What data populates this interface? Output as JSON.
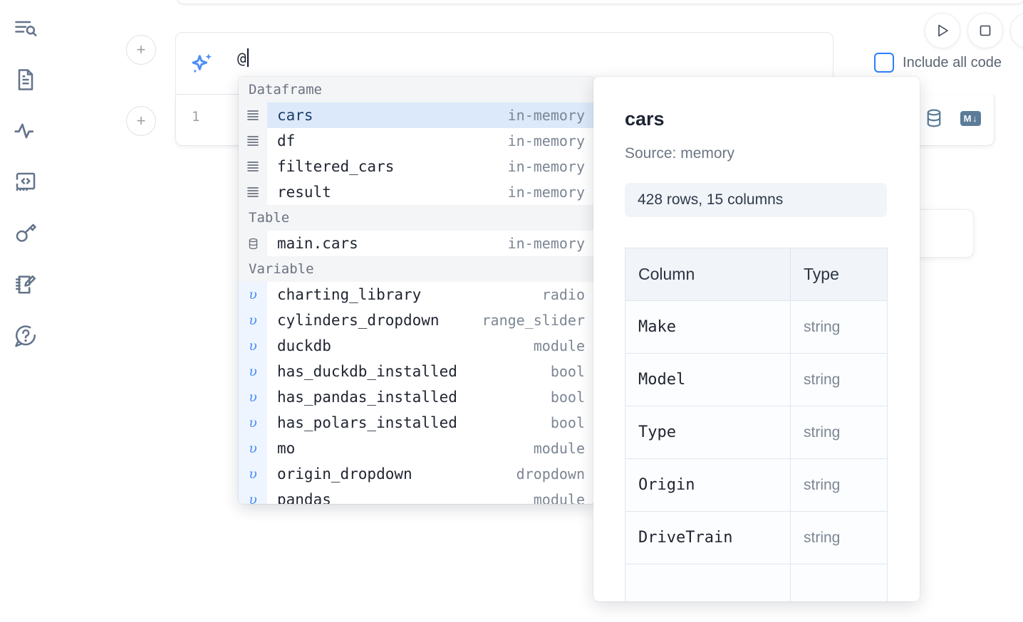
{
  "sidebar": {
    "items": [
      {
        "name": "outline-search-icon",
        "label": "Explore / Outline"
      },
      {
        "name": "file-text-icon",
        "label": "Files"
      },
      {
        "name": "activity-icon",
        "label": "Activity"
      },
      {
        "name": "code-brackets-icon",
        "label": "Snippets"
      },
      {
        "name": "key-icon",
        "label": "Secrets"
      },
      {
        "name": "scratchpad-icon",
        "label": "Scratchpad"
      },
      {
        "name": "help-chat-icon",
        "label": "Help"
      }
    ]
  },
  "toolbar": {
    "run_label": "Run",
    "stop_label": "Stop",
    "include_all_code_label": "Include all code",
    "include_all_code_checked": false,
    "database_icon_label": "Database",
    "markdown_icon_label": "M",
    "markdown_icon_arrow": "↓",
    "ai_chip_label": "AI"
  },
  "cells": {
    "add_button_label": "+",
    "ai_prompt": {
      "value": "@",
      "icon": "sparkles-icon"
    },
    "code_cell": {
      "line_number": "1"
    }
  },
  "autocomplete": {
    "groups": [
      {
        "label": "Dataframe",
        "items": [
          {
            "icon": "dataframe-icon",
            "name": "cars",
            "meta": "in-memory",
            "selected": true
          },
          {
            "icon": "dataframe-icon",
            "name": "df",
            "meta": "in-memory",
            "selected": false
          },
          {
            "icon": "dataframe-icon",
            "name": "filtered_cars",
            "meta": "in-memory",
            "selected": false
          },
          {
            "icon": "dataframe-icon",
            "name": "result",
            "meta": "in-memory",
            "selected": false
          }
        ]
      },
      {
        "label": "Table",
        "items": [
          {
            "icon": "table-db-icon",
            "name": "main.cars",
            "meta": "in-memory",
            "selected": false
          }
        ]
      },
      {
        "label": "Variable",
        "items": [
          {
            "icon": "variable-icon",
            "name": "charting_library",
            "meta": "radio",
            "selected": false
          },
          {
            "icon": "variable-icon",
            "name": "cylinders_dropdown",
            "meta": "range_slider",
            "selected": false
          },
          {
            "icon": "variable-icon",
            "name": "duckdb",
            "meta": "module",
            "selected": false
          },
          {
            "icon": "variable-icon",
            "name": "has_duckdb_installed",
            "meta": "bool",
            "selected": false
          },
          {
            "icon": "variable-icon",
            "name": "has_pandas_installed",
            "meta": "bool",
            "selected": false
          },
          {
            "icon": "variable-icon",
            "name": "has_polars_installed",
            "meta": "bool",
            "selected": false
          },
          {
            "icon": "variable-icon",
            "name": "mo",
            "meta": "module",
            "selected": false
          },
          {
            "icon": "variable-icon",
            "name": "origin_dropdown",
            "meta": "dropdown",
            "selected": false
          },
          {
            "icon": "variable-icon",
            "name": "pandas",
            "meta": "module",
            "selected": false
          }
        ]
      }
    ]
  },
  "info_panel": {
    "title": "cars",
    "source": "Source: memory",
    "shape": "428 rows, 15 columns",
    "table": {
      "headers": [
        "Column",
        "Type"
      ],
      "rows": [
        [
          "Make",
          "string"
        ],
        [
          "Model",
          "string"
        ],
        [
          "Type",
          "string"
        ],
        [
          "Origin",
          "string"
        ],
        [
          "DriveTrain",
          "string"
        ],
        [
          "",
          ""
        ]
      ]
    }
  },
  "colors": {
    "accent_blue": "#2b7fff",
    "sparkle_blue": "#4c8df6",
    "selection_blue": "#dbe9fb",
    "muted_text": "#7c8694",
    "icon_rail": "#64748b",
    "tool_icon": "#5b7c99"
  }
}
